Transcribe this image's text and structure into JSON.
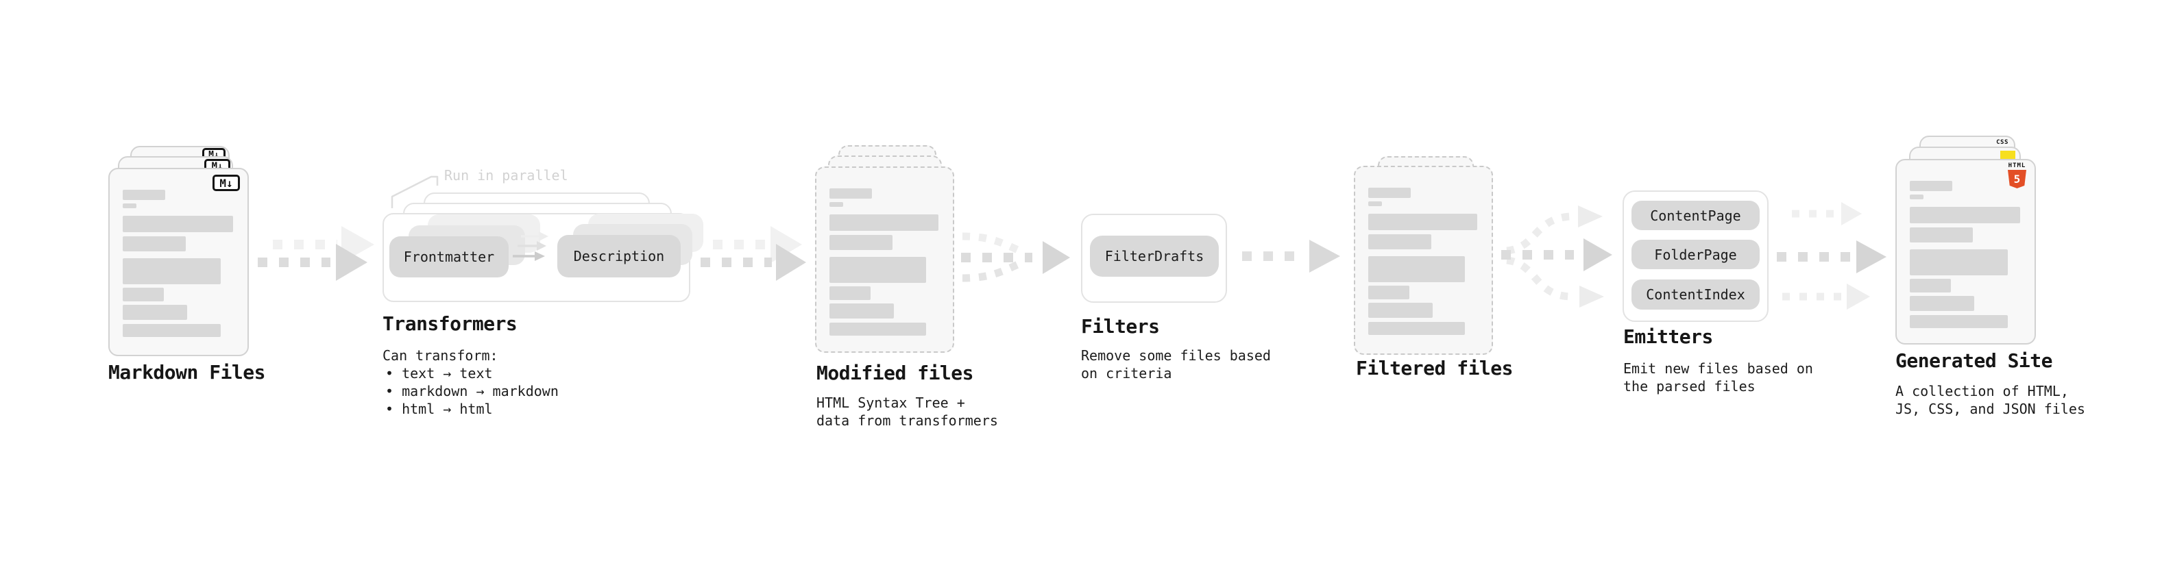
{
  "diagram": {
    "markdown_files": {
      "title": "Markdown Files",
      "badge": "M↓"
    },
    "transformers": {
      "annotation": "Run in parallel",
      "pill_frontmatter": "Frontmatter",
      "pill_description": "Description",
      "title": "Transformers",
      "heading": "Can transform:",
      "bullets": [
        "• text → text",
        "• markdown → markdown",
        "• html → html"
      ]
    },
    "modified_files": {
      "title": "Modified files",
      "subtitle": [
        "HTML Syntax Tree +",
        "data from transformers"
      ]
    },
    "filters": {
      "pill": "FilterDrafts",
      "title": "Filters",
      "subtitle": [
        "Remove some files based",
        "on criteria"
      ]
    },
    "filtered_files": {
      "title": "Filtered files"
    },
    "emitters": {
      "pills": [
        "ContentPage",
        "FolderPage",
        "ContentIndex"
      ],
      "title": "Emitters",
      "subtitle": [
        "Emit new files based on",
        "the parsed files"
      ]
    },
    "generated_site": {
      "title": "Generated Site",
      "subtitle": [
        "A collection of HTML,",
        "JS, CSS, and JSON files"
      ],
      "html_badge_label": "HTML",
      "html_badge_number": "5",
      "css_badge_label": "CSS"
    },
    "colors": {
      "html5_orange": "#e34f26",
      "js_yellow": "#f7df1e",
      "css_blue": "#2965f1"
    }
  }
}
